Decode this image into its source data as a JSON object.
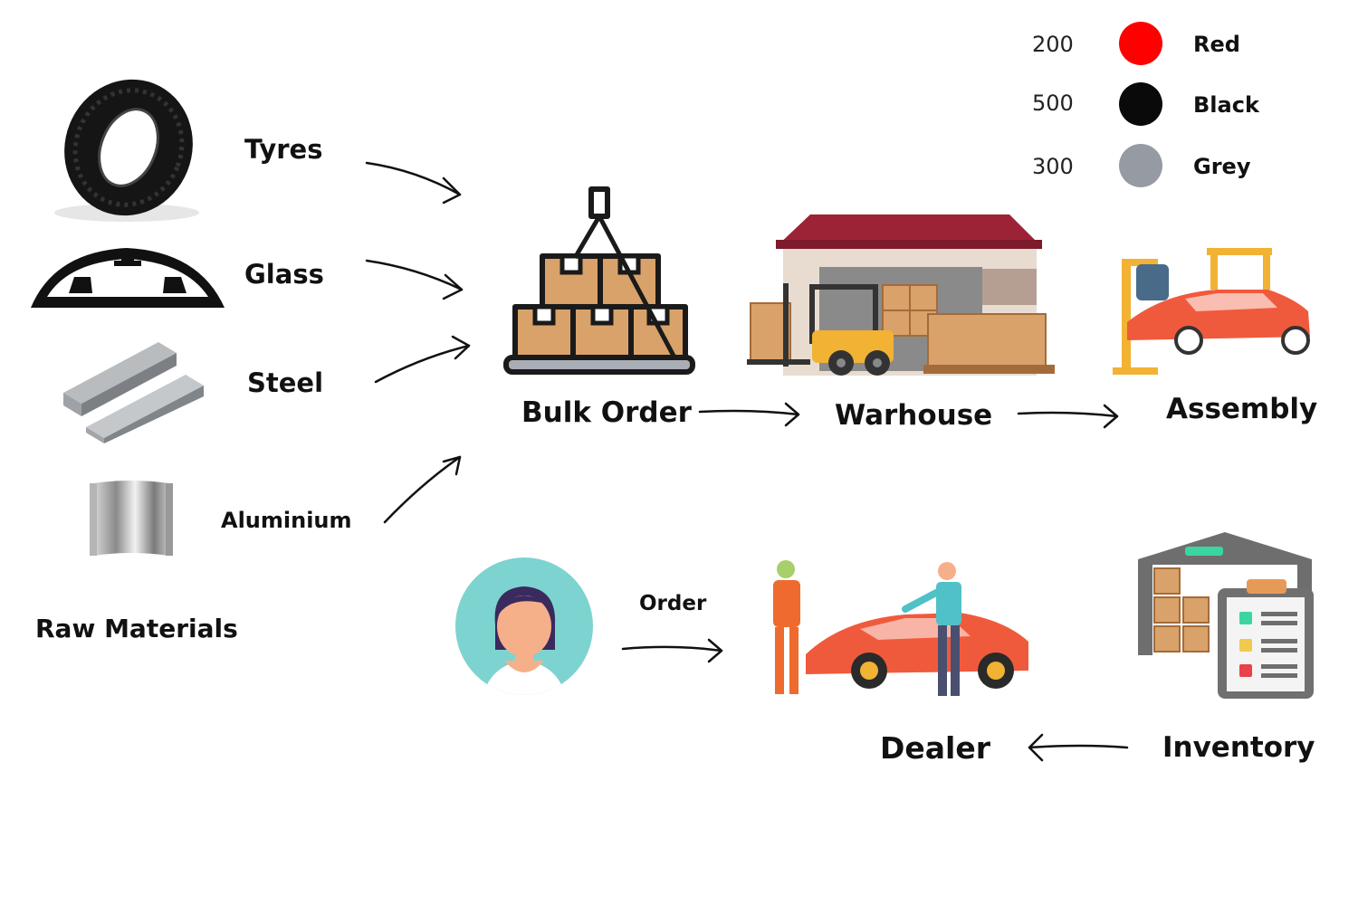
{
  "legend": [
    {
      "count": "200",
      "color": "#ff0000",
      "name": "Red"
    },
    {
      "count": "500",
      "color": "#0a0a0a",
      "name": "Black"
    },
    {
      "count": "300",
      "color": "#969ba3",
      "name": "Grey"
    }
  ],
  "raw_materials": {
    "tyres": "Tyres",
    "glass": "Glass",
    "steel": "Steel",
    "aluminium": "Aluminium",
    "title": "Raw Materials"
  },
  "flow": {
    "bulk_order": "Bulk Order",
    "warehouse": "Warhouse",
    "assembly": "Assembly",
    "order": "Order",
    "dealer": "Dealer",
    "inventory": "Inventory"
  },
  "colors": {
    "box": "#d9a26a",
    "box_outline": "#1a1a1a",
    "roof": "#9b2335",
    "forklift": "#f2b233",
    "car": "#f05a3c",
    "avatar_bg": "#7dd3cf",
    "skin": "#f5b08a",
    "hair": "#3a2a5e"
  }
}
